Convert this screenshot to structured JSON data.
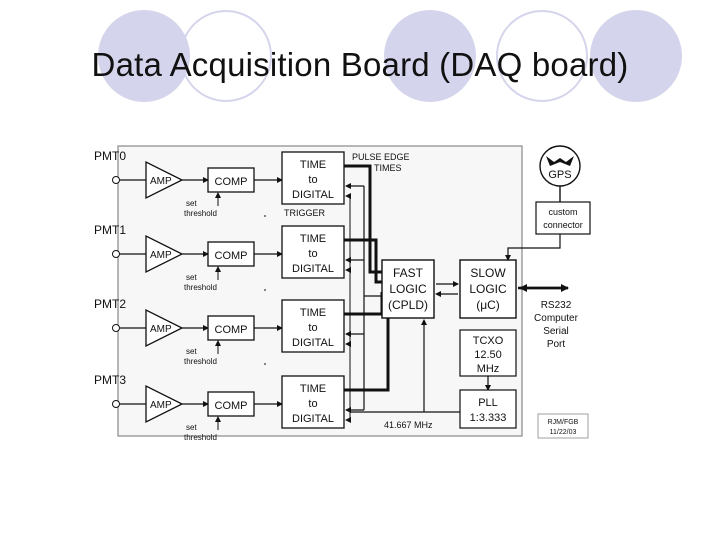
{
  "slide": {
    "title": "Data Acquisition Board (DAQ board)"
  },
  "diagram": {
    "channels": [
      {
        "pmt": "PMT0",
        "amp": "AMP",
        "comp": "COMP",
        "threshold": [
          "set",
          "threshold"
        ],
        "tdc": [
          "TIME",
          "to",
          "DIGITAL"
        ]
      },
      {
        "pmt": "PMT1",
        "amp": "AMP",
        "comp": "COMP",
        "threshold": [
          "set",
          "threshold"
        ],
        "tdc": [
          "TIME",
          "to",
          "DIGITAL"
        ]
      },
      {
        "pmt": "PMT2",
        "amp": "AMP",
        "comp": "COMP",
        "threshold": [
          "set",
          "threshold"
        ],
        "tdc": [
          "TIME",
          "to",
          "DIGITAL"
        ]
      },
      {
        "pmt": "PMT3",
        "amp": "AMP",
        "comp": "COMP",
        "threshold": [
          "set",
          "threshold"
        ],
        "tdc": [
          "TIME",
          "to",
          "DIGITAL"
        ]
      }
    ],
    "pulse_edge_label": [
      "PULSE EDGE",
      "TIMES"
    ],
    "trigger_label": "TRIGGER",
    "fast_logic": [
      "FAST",
      "LOGIC",
      "(CPLD)"
    ],
    "slow_logic": [
      "SLOW",
      "LOGIC",
      "(μC)"
    ],
    "gps": "GPS",
    "custom_connector": [
      "custom",
      "connector"
    ],
    "rs232": [
      "RS232",
      "Computer",
      "Serial",
      "Port"
    ],
    "tcxo": [
      "TCXO",
      "12.50",
      "MHz"
    ],
    "pll": [
      "PLL",
      "1:3.333"
    ],
    "clock_label": "41.667 MHz",
    "revision": [
      "RJM/FGB",
      "11/22/03"
    ]
  }
}
